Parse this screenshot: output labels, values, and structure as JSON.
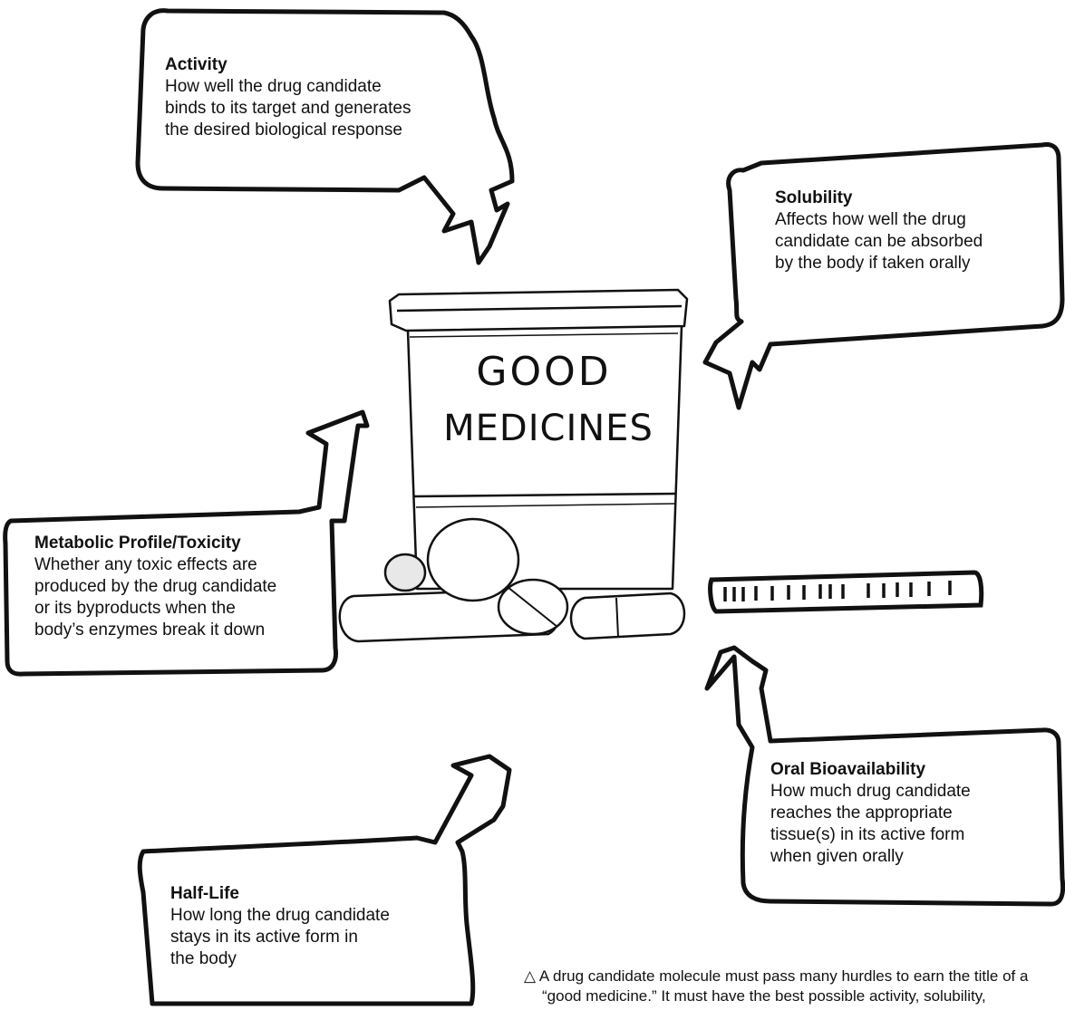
{
  "callouts": {
    "activity": {
      "title": "Activity",
      "desc": "How well the drug candidate\nbinds to its target and generates\nthe desired biological response"
    },
    "solubility": {
      "title": "Solubility",
      "desc": "Affects how well the drug\ncandidate can be absorbed\nby the body if taken orally"
    },
    "metabolic": {
      "title": "Metabolic Profile/Toxicity",
      "desc": "Whether any toxic effects are\nproduced by the drug candidate\nor its byproducts when the\nbody’s enzymes break it down"
    },
    "half_life": {
      "title": "Half-Life",
      "desc": "How long the drug candidate\nstays in its active form in\nthe body"
    },
    "oral": {
      "title": "Oral Bioavailability",
      "desc": "How much drug candidate\nreaches the appropriate\ntissue(s) in its active form\nwhen given orally"
    }
  },
  "jar": {
    "line1": "GOOD",
    "line2": "MEDICINES"
  },
  "caption": {
    "marker": "△",
    "text": "A drug candidate molecule must pass many hurdles to earn the title of a",
    "text2": "“good medicine.” It must have the best possible activity, solubility,"
  }
}
